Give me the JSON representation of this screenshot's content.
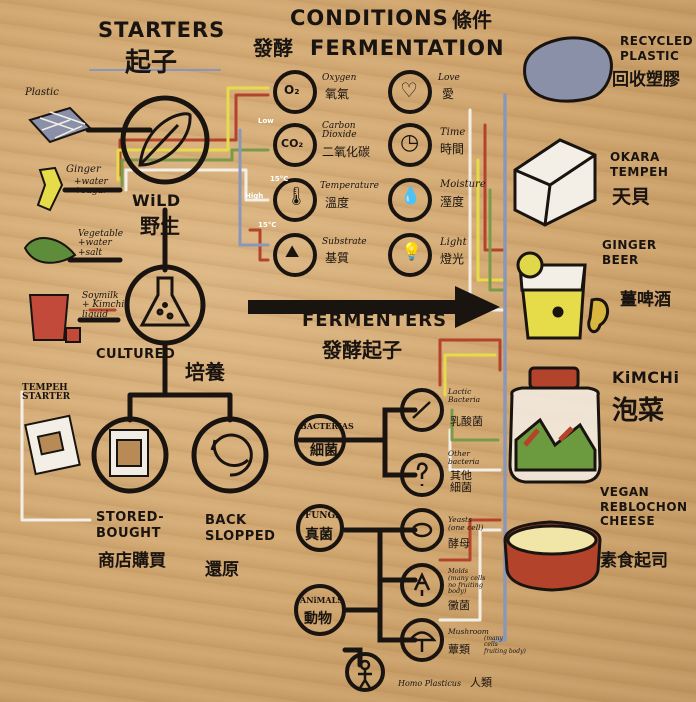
{
  "headings": {
    "starters": "STARTERS",
    "starters_cn": "起子",
    "conditions": "CONDITIONS",
    "conditions_cn": "條件",
    "fermentation": "FERMENTATION",
    "fermentation_cn": "發酵",
    "fermenters": "FERMENTERS",
    "fermenters_cn": "發酵起子"
  },
  "starters": {
    "plastic": "Plastic",
    "ginger": "Ginger",
    "ginger_recipe": "+water\n+sugar",
    "vegetable": "Vegetable\n+water\n+salt",
    "soymilk": "Soymilk\n+ Kimchi\nliquid",
    "tempeh_starter": "TEMPEH\nSTARTER",
    "wild": "WiLD",
    "wild_cn": "野生",
    "cultured": "CULTURED",
    "cultured_cn": "培養",
    "store_bought": "STORED-\nBOUGHT",
    "store_bought_cn": "商店購買",
    "back_slopped": "BACK\nSLOPPED",
    "back_slopped_cn": "還原"
  },
  "conditions": [
    {
      "en": "Oxygen",
      "cn": "氧氣",
      "icon": "o2-icon",
      "glyph": "O₂"
    },
    {
      "en": "Love",
      "cn": "愛",
      "icon": "heart-icon",
      "glyph": "♡"
    },
    {
      "en": "Carbon\nDioxide",
      "cn": "二氧化碳",
      "icon": "co2-icon",
      "glyph": "CO₂"
    },
    {
      "en": "Time",
      "cn": "時間",
      "icon": "clock-icon",
      "glyph": "◷"
    },
    {
      "en": "Temperature",
      "cn": "溫度",
      "icon": "thermometer-icon",
      "glyph": "🌡"
    },
    {
      "en": "Moisture",
      "cn": "溼度",
      "icon": "droplet-icon",
      "glyph": "💧"
    },
    {
      "en": "Substrate",
      "cn": "基質",
      "icon": "mountain-icon",
      "glyph": "⛰"
    },
    {
      "en": "Light",
      "cn": "燈光",
      "icon": "bulb-icon",
      "glyph": "💡"
    }
  ],
  "wire_labels": {
    "low": "Low",
    "high": "High",
    "c15": "15°C",
    "c15b": "15°C"
  },
  "fermenters": {
    "bacteria": "BACTERIAS",
    "bacteria_cn": "細菌",
    "fungi": "FUNGi",
    "fungi_cn": "真菌",
    "animals": "ANiMALS",
    "animals_cn": "動物",
    "lactic": "Lactic\nBacteria",
    "lactic_cn": "乳酸菌",
    "other": "Other\nbacteria",
    "other_cn": "其他\n細菌",
    "yeasts": "Yeasts\n(one cell)",
    "yeasts_cn": "酵母",
    "molds": "Molds\n(many cells\nno fruiting\nbody)",
    "molds_cn": "黴菌",
    "mushroom": "Mushroom",
    "mushroom_note": "(many\ncells\nfruiting body)",
    "mushroom_cn": "蕈類",
    "homo": "Homo Plasticus",
    "homo_cn": "人類"
  },
  "products": {
    "recycled": "RECYCLED\nPLASTIC",
    "recycled_cn": "回收塑膠",
    "okara": "OKARA\nTEMPEH",
    "okara_cn": "天貝",
    "ginger_beer": "GINGER\nBEER",
    "ginger_beer_cn": "薑啤酒",
    "kimchi": "KiMCHi",
    "kimchi_cn": "泡菜",
    "vegan": "VEGAN\nREBLOCHON\nCHEESE",
    "vegan_cn": "素食起司"
  },
  "colors": {
    "wood": "#d1a972",
    "ink": "#1a1410",
    "red": "#b3432b",
    "yellow": "#e6dc4a",
    "green": "#7a9a4a",
    "white": "#f4efe6",
    "blue": "#8a97b8"
  }
}
